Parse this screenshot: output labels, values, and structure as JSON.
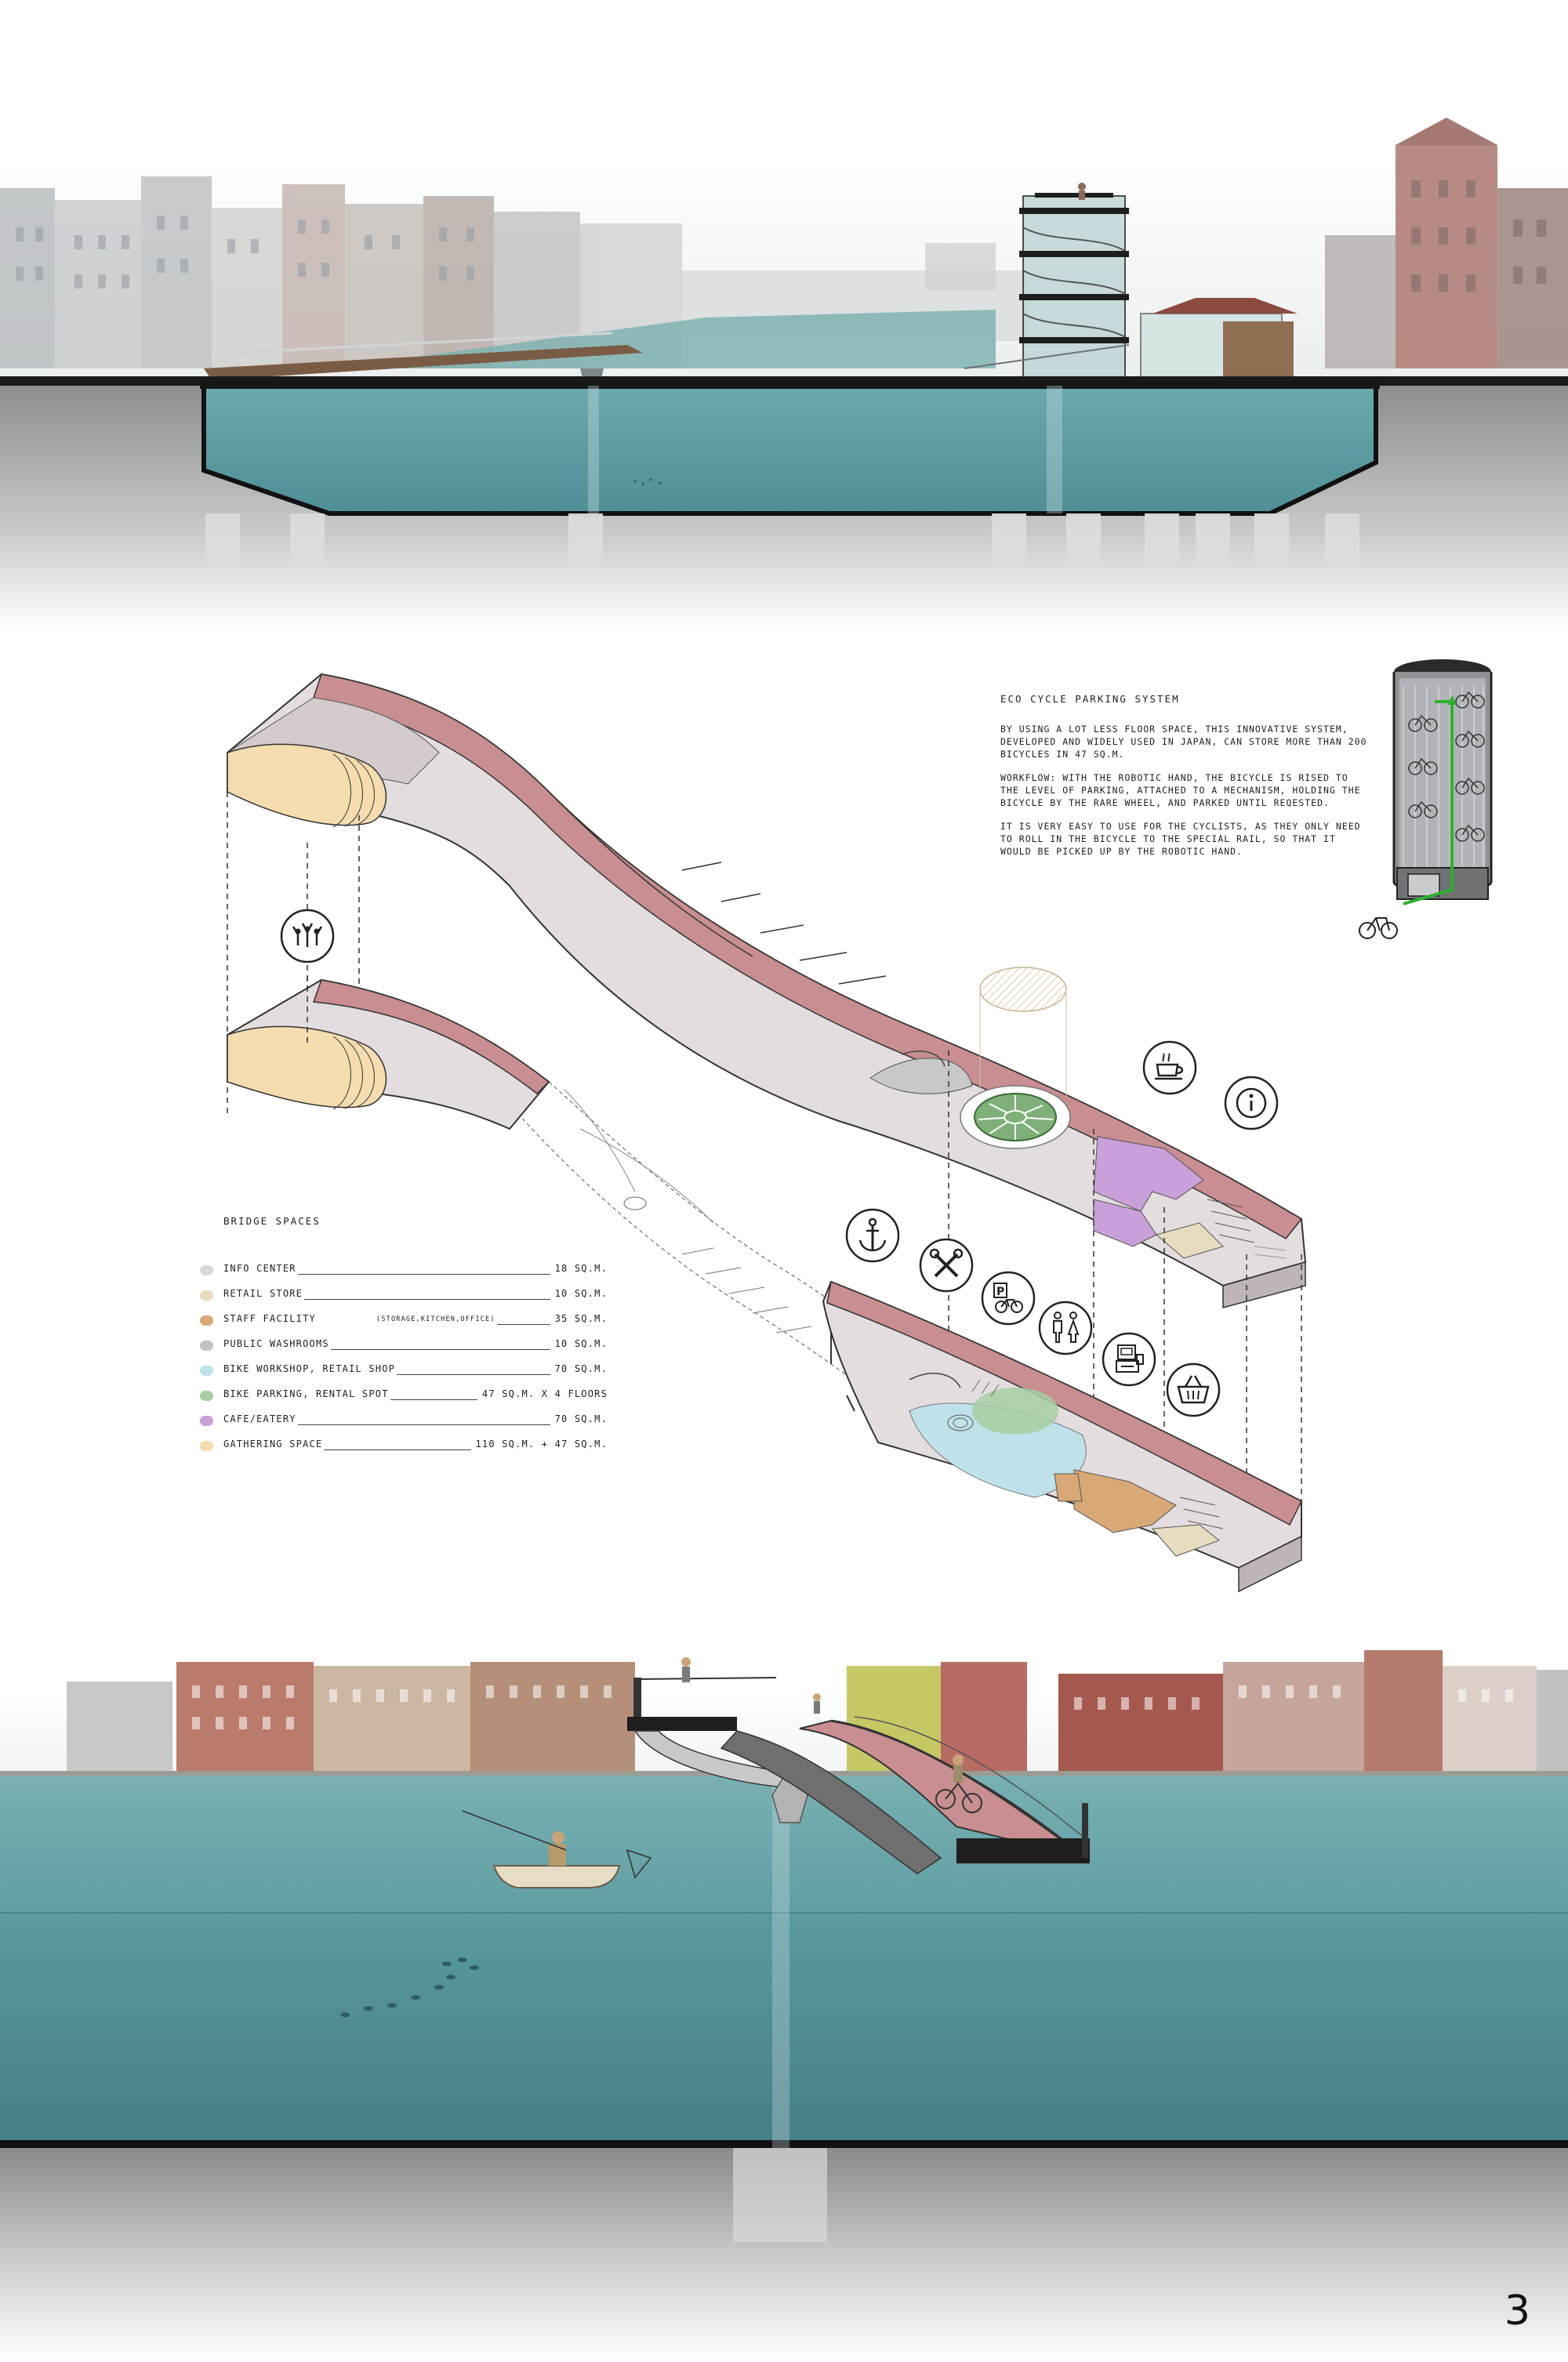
{
  "eco_panel": {
    "title": "Eco cycle parking system",
    "p1": "By using a lot less floor space, this innovative system, developed and widely used in Japan, can store more than 200 bicycles in 47 sq.m.",
    "p2": "Workflow: With the robotic hand, the bicycle is rised to the level of parking, attached to a mechanism, holding the bicycle by the rare wheel, and parked until reqested.",
    "p3": "It is very easy to use for the cyclists, as they only need to roll in the bicycle to the special rail, so that it would be picked up by the robotic hand."
  },
  "legend": {
    "title": "Bridge spaces",
    "items": [
      {
        "label": "Info center",
        "note": "",
        "area": "18 sq.m.",
        "color": "#d9d9d9"
      },
      {
        "label": "Retail store",
        "note": "",
        "area": "10 sq.m.",
        "color": "#e8dcc0"
      },
      {
        "label": "Staff facility",
        "note": "(storage,kitchen,office)",
        "area": "35 sq.m.",
        "color": "#d9a877"
      },
      {
        "label": "Public washrooms",
        "note": "",
        "area": "10 sq.m.",
        "color": "#c2c2c2"
      },
      {
        "label": "Bike workshop, retail shop",
        "note": "",
        "area": "70 sq.m.",
        "color": "#bfe1ea"
      },
      {
        "label": "Bike parking, Rental spot",
        "note": "",
        "area": "47 sq.m. x 4 floors",
        "color": "#a7cfa2"
      },
      {
        "label": "Cafe/eatery",
        "note": "",
        "area": "70 sq.m.",
        "color": "#c9a0d9"
      },
      {
        "label": "Gathering space",
        "note": "",
        "area": "110 sq.m. + 47 sq.m.",
        "color": "#f5ddb0"
      }
    ]
  },
  "page_number": "3",
  "icons": {
    "gathering": "people-gathering-icon",
    "cafe": "coffee-cup-icon",
    "info": "info-icon",
    "marine": "anchor-icon",
    "workshop": "tools-icon",
    "parking": "bike-parking-icon",
    "washrooms": "restroom-icon",
    "atm": "atm-icon",
    "retail": "shopping-basket-icon"
  },
  "colors": {
    "water": "#5e9fa5",
    "bike_lane": "#c88e91",
    "deck": "#ddd6d8",
    "ground": "#9e9e9e"
  }
}
